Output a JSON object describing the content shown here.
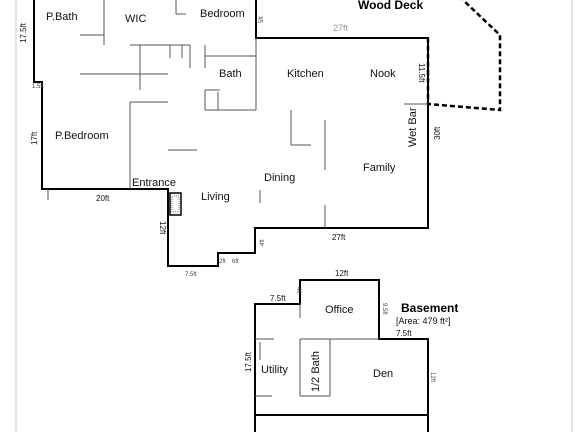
{
  "rooms": {
    "p_bath": "P.Bath",
    "wic": "WIC",
    "bedroom": "Bedroom",
    "wood_deck": "Wood Deck",
    "bath": "Bath",
    "kitchen": "Kitchen",
    "nook": "Nook",
    "p_bedroom": "P.Bedroom",
    "wet_bar": "Wet Bar",
    "family": "Family",
    "entrance": "Entrance",
    "dining": "Dining",
    "living": "Living",
    "office": "Office",
    "utility": "Utility",
    "half_bath": "1/2 Bath",
    "den": "Den"
  },
  "dimensions": {
    "left_top": "17.5ft",
    "left_small": "1.5ft",
    "left_mid": "17ft",
    "bottom_left": "20ft",
    "deck_width": "27ft",
    "nook_right": "11.5ft",
    "right_side": "30ft",
    "living_left": "12ft",
    "step": "4ft",
    "bottom_main": "27ft",
    "bottom_step1": "7.5ft",
    "bottom_step2": "6ft",
    "bedroom_side": "5ft",
    "tiny_mark": "2ft",
    "base_top": "12ft",
    "base_top_left": "7.5ft",
    "base_notch": "4ft",
    "base_right_upper": "9.5ft",
    "base_right_step": "7.5ft",
    "base_left": "17.5ft",
    "base_right_lower": "12ft"
  },
  "basement": {
    "title": "Basement",
    "area": "[Area: 479 ft²]"
  }
}
